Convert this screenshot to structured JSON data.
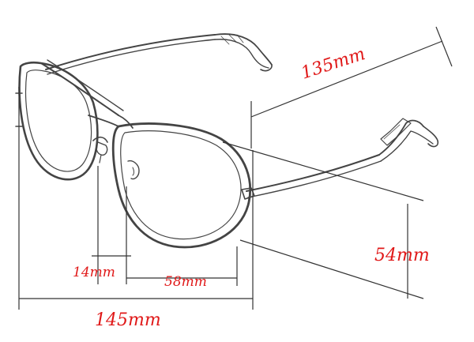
{
  "dimensions": {
    "temple_length": "135mm",
    "lens_height": "54mm",
    "bridge_width": "14mm",
    "lens_width": "58mm",
    "frame_width": "145mm"
  },
  "colors": {
    "label": "#e01818",
    "line": "#333333",
    "frame": "#444444"
  }
}
